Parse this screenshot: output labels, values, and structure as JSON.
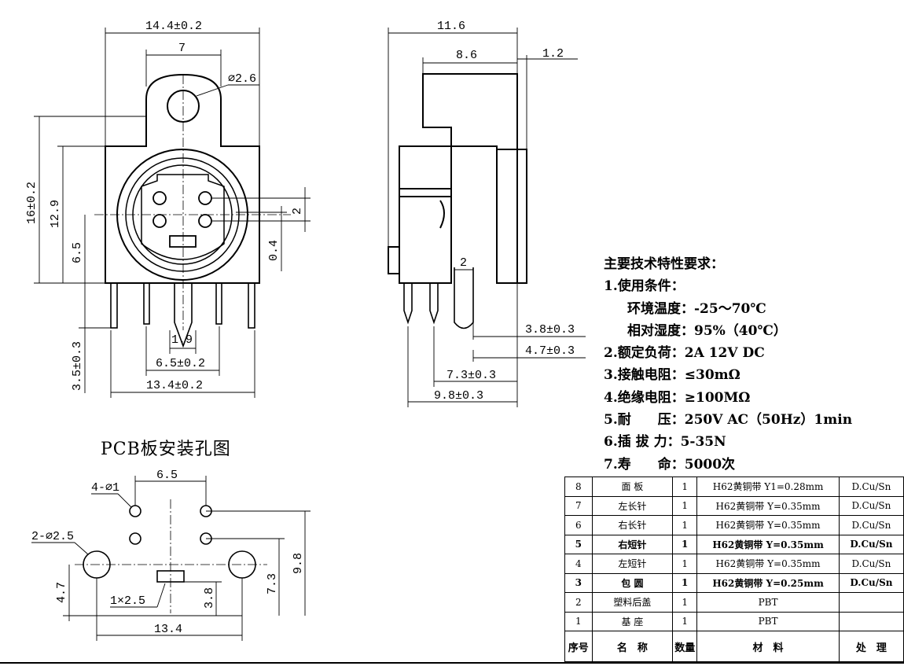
{
  "front_view": {
    "dims": {
      "width": "14.4±0.2",
      "tab_center": "7",
      "hole_dia": "⌀2.6",
      "height": "16±0.2",
      "h_center": "12.9",
      "h_pins": "6.5",
      "pin_pitch_v": "2",
      "pin_offset": "0.4",
      "pin_len": "3.5±0.3",
      "pin_gap": "1.9",
      "pin_span": "6.5±0.2",
      "base_width": "13.4±0.2"
    }
  },
  "side_view": {
    "dims": {
      "depth": "11.6",
      "depth_inner": "8.6",
      "flange": "1.2",
      "pin_w": "2",
      "short_lead": "3.8±0.3",
      "long_lead": "4.7±0.3",
      "lead_x1": "7.3±0.3",
      "lead_x2": "9.8±0.3"
    }
  },
  "spec": {
    "heading": "主要技术特性要求：",
    "lines": [
      {
        "text": "1.使用条件：",
        "indent": false
      },
      {
        "text": "环境温度：-25～70℃",
        "indent": true
      },
      {
        "text": "相对湿度：95%（40℃）",
        "indent": true
      },
      {
        "text": "2.额定负荷：2A 12V DC",
        "indent": false
      },
      {
        "text": "3.接触电阻：≤30mΩ",
        "indent": false
      },
      {
        "text": "4.绝缘电阻：≥100MΩ",
        "indent": false
      },
      {
        "text": "5.耐　　压：250V AC（50Hz）1min",
        "indent": false
      },
      {
        "text": "6.插 拔 力：5-35N",
        "indent": false
      },
      {
        "text": "7.寿　　命：5000次",
        "indent": false
      }
    ]
  },
  "pcb": {
    "title": "PCB板安装孔图",
    "dims": {
      "pitch": "6.5",
      "small_holes": "4-⌀1",
      "big_holes": "2-⌀2.5",
      "slot": "1×2.5",
      "row_h": "4.7",
      "slot_h": "3.8",
      "h_73": "7.3",
      "h_98": "9.8",
      "span": "13.4"
    }
  },
  "bom": {
    "rows": [
      {
        "no": "8",
        "name": "面 板",
        "qty": "1",
        "material": "H62黄铜带 Y1=0.28mm",
        "finish": "D.Cu/Sn",
        "bold": false
      },
      {
        "no": "7",
        "name": "左长针",
        "qty": "1",
        "material": "H62黄铜带 Y=0.35mm",
        "finish": "D.Cu/Sn",
        "bold": false
      },
      {
        "no": "6",
        "name": "右长针",
        "qty": "1",
        "material": "H62黄铜带 Y=0.35mm",
        "finish": "D.Cu/Sn",
        "bold": false
      },
      {
        "no": "5",
        "name": "右短针",
        "qty": "1",
        "material": "H62黄铜带 Y=0.35mm",
        "finish": "D.Cu/Sn",
        "bold": true
      },
      {
        "no": "4",
        "name": "左短针",
        "qty": "1",
        "material": "H62黄铜带 Y=0.35mm",
        "finish": "D.Cu/Sn",
        "bold": false
      },
      {
        "no": "3",
        "name": "包 圆",
        "qty": "1",
        "material": "H62黄铜带 Y=0.25mm",
        "finish": "D.Cu/Sn",
        "bold": true
      },
      {
        "no": "2",
        "name": "塑料后盖",
        "qty": "1",
        "material": "PBT",
        "finish": "",
        "bold": false
      },
      {
        "no": "1",
        "name": "基 座",
        "qty": "1",
        "material": "PBT",
        "finish": "",
        "bold": false
      }
    ],
    "header": {
      "no": "序号",
      "name": "名　称",
      "qty": "数量",
      "material": "材　料",
      "finish": "处　理"
    }
  }
}
